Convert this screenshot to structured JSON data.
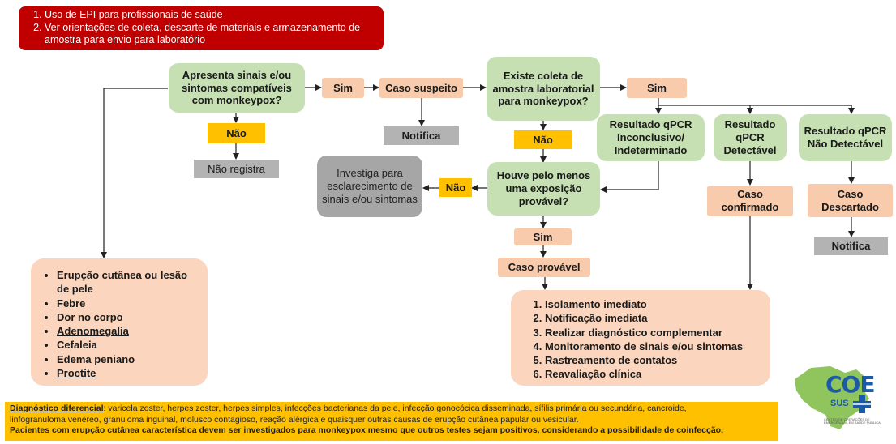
{
  "banner": {
    "items": [
      "Uso de EPI para profissionais de saúde",
      "Ver orientações de coleta, descarte de materiais e armazenamento de amostra para envio para laboratório"
    ]
  },
  "nodes": {
    "q_symptoms": "Apresenta sinais e/ou sintomas compatíveis com monkeypox?",
    "sim1": "Sim",
    "caso_suspeito": "Caso suspeito",
    "q_coleta": "Existe coleta de amostra laboratorial para monkeypox?",
    "sim2": "Sim",
    "nao1": "Não",
    "nao_registra": "Não registra",
    "notifica1": "Notifica",
    "nao2": "Não",
    "res_inconclusivo": "Resultado qPCR Inconclusivo/ Indeterminado",
    "res_detectavel": "Resultado qPCR Detectável",
    "res_nao_detectavel": "Resultado qPCR Não Detectável",
    "investiga": "Investiga para esclarecimento de sinais e/ou sintomas",
    "nao3": "Não",
    "q_exposicao": "Houve pelo menos uma exposição provável?",
    "caso_confirmado": "Caso confirmado",
    "caso_descartado": "Caso Descartado",
    "notifica2": "Notifica",
    "sim3": "Sim",
    "caso_provavel": "Caso provável"
  },
  "symptoms_list": [
    "Erupção cutânea ou lesão de pele",
    "Febre",
    "Dor no corpo",
    "Adenomegalia",
    "Cefaleia",
    "Edema peniano",
    "Proctite"
  ],
  "actions_list": [
    "Isolamento imediato",
    "Notificação imediata",
    "Realizar diagnóstico complementar",
    "Monitoramento de sinais e/ou sintomas",
    "Rastreamento de contatos",
    "Reavaliação clínica"
  ],
  "footer": {
    "label": "Diagnóstico diferencial",
    "line1_rest": ": varicela zoster, herpes zoster, herpes simples, infecções bacterianas da pele, infecção gonocócica disseminada, sífilis primária ou secundária, cancroide,",
    "line2": "linfogranuloma venéreo, granuloma inguinal, molusco contagioso, reação alérgica e quaisquer outras causas de erupção cutânea papular ou vesicular.",
    "line3": "Pacientes com erupção cutânea característica devem ser investigados para monkeypox mesmo que outros testes sejam positivos, considerando a possibilidade de coinfecção."
  },
  "logo": {
    "text": "COE",
    "subtext": "SUS",
    "fine_print": "CENTRO DE OPERAÇÕES DE EMERGÊNCIAS EM SAÚDE PÚBLICA",
    "colors": {
      "blue": "#1c5aa6",
      "green": "#7dbb42"
    }
  },
  "colors": {
    "green": "#c6e0b4",
    "peach": "#f8cbad",
    "gold": "#ffc000",
    "gray": "#b3b3b3",
    "red": "#c00000"
  }
}
